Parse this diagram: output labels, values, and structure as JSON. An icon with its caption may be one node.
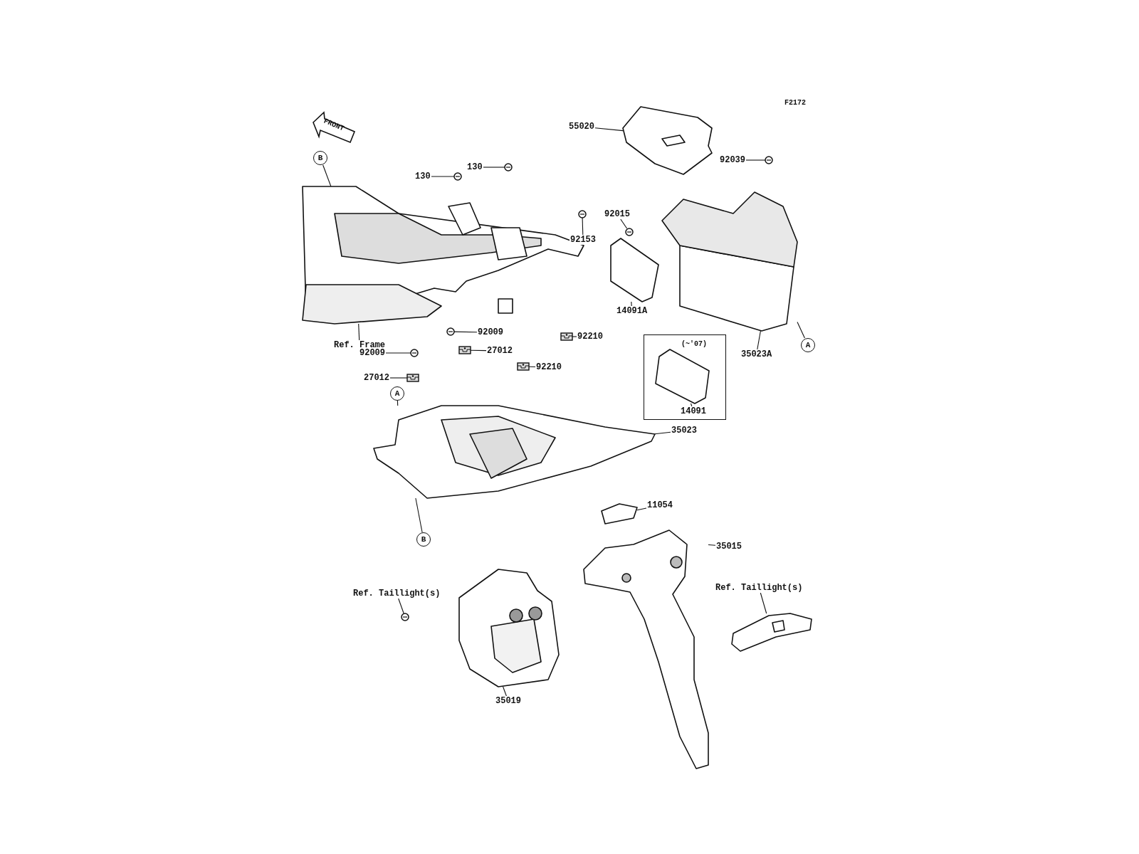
{
  "diagram": {
    "nodes": [
      {
        "text": [
          "55020"
        ]
      },
      {
        "text": [
          "130"
        ]
      },
      {
        "text": [
          "92039"
        ]
      },
      {
        "text": [
          "B"
        ]
      },
      {
        "text": [
          "130"
        ]
      },
      {
        "text": [
          "92015"
        ]
      },
      {
        "text": [
          "92153"
        ]
      },
      {
        "text": [
          "14091A"
        ]
      },
      {
        "text": [
          "Ref. Frame"
        ]
      },
      {
        "text": [
          "92009"
        ]
      },
      {
        "text": [
          "92210"
        ]
      },
      {
        "text": [
          "27012"
        ]
      },
      {
        "text": [
          "92009"
        ]
      },
      {
        "text": [
          "35023A"
        ]
      },
      {
        "text": [
          "A"
        ]
      },
      {
        "text": [
          "27012"
        ]
      },
      {
        "text": [
          "92210"
        ]
      },
      {
        "text": [
          "(~'07)"
        ]
      },
      {
        "text": [
          "14091"
        ],
        "in": 17
      },
      {
        "text": [
          "A"
        ]
      },
      {
        "text": [
          "35023"
        ]
      },
      {
        "text": [
          "11054"
        ]
      },
      {
        "text": [
          "35015"
        ]
      },
      {
        "text": [
          "B"
        ]
      },
      {
        "text": [
          "Ref. Taillight(s)"
        ]
      },
      {
        "text": [
          "Ref. Taillight(s)"
        ]
      },
      {
        "text": [
          "35019"
        ]
      },
      {
        "text": [],
        "shape": "picture"
      },
      {
        "text": [],
        "shape": "picture"
      },
      {
        "text": [],
        "shape": "picture"
      },
      {
        "text": [],
        "shape": "picture"
      },
      {
        "text": [],
        "shape": "picture"
      },
      {
        "text": [],
        "shape": "picture"
      },
      {
        "text": [],
        "shape": "picture"
      },
      {
        "text": [],
        "shape": "picture"
      },
      {
        "text": [],
        "shape": "picture"
      },
      {
        "text": [],
        "shape": "picture"
      },
      {
        "text": [],
        "shape": "picture"
      },
      {
        "text": [],
        "shape": "picture"
      },
      {
        "text": [],
        "shape": "picture"
      },
      {
        "text": [],
        "shape": "picture"
      },
      {
        "text": [],
        "shape": "picture"
      },
      {
        "text": [],
        "shape": "picture",
        "in": 17
      },
      {
        "text": [],
        "shape": "picture"
      },
      {
        "text": [],
        "shape": "picture"
      },
      {
        "text": [],
        "shape": "picture"
      },
      {
        "text": [],
        "shape": "picture"
      },
      {
        "text": [],
        "shape": "picture"
      },
      {
        "text": [],
        "shape": "picture"
      }
    ],
    "edges": [
      {
        "from": 0,
        "to": 27,
        "arrow": "none"
      },
      {
        "from": 1,
        "to": 28,
        "arrow": "none"
      },
      {
        "from": 2,
        "to": 29,
        "arrow": "none"
      },
      {
        "from": 3,
        "to": 30,
        "arrow": "none"
      },
      {
        "from": 4,
        "to": 31,
        "arrow": "none"
      },
      {
        "from": 5,
        "to": 32,
        "arrow": "none"
      },
      {
        "from": 6,
        "to": 33,
        "arrow": "none"
      },
      {
        "from": 7,
        "to": 34,
        "arrow": "none"
      },
      {
        "from": 8,
        "to": 30,
        "arrow": "none"
      },
      {
        "from": 9,
        "to": 35,
        "arrow": "none"
      },
      {
        "from": 10,
        "to": 36,
        "arrow": "none"
      },
      {
        "from": 11,
        "to": 37,
        "arrow": "none"
      },
      {
        "from": 12,
        "to": 38,
        "arrow": "none"
      },
      {
        "from": 13,
        "to": 39,
        "arrow": "none"
      },
      {
        "from": 14,
        "to": 39,
        "arrow": "none"
      },
      {
        "from": 15,
        "to": 40,
        "arrow": "none"
      },
      {
        "from": 16,
        "to": 41,
        "arrow": "none"
      },
      {
        "from": 18,
        "to": 42,
        "arrow": "none"
      },
      {
        "from": 19,
        "to": 43,
        "arrow": "none"
      },
      {
        "from": 20,
        "to": 43,
        "arrow": "none"
      },
      {
        "from": 21,
        "to": 44,
        "arrow": "none"
      },
      {
        "from": 22,
        "to": 45,
        "arrow": "none"
      },
      {
        "from": 23,
        "to": 43,
        "arrow": "none"
      },
      {
        "from": 24,
        "to": 46,
        "arrow": "none"
      },
      {
        "from": 25,
        "to": 47,
        "arrow": "none"
      },
      {
        "from": 26,
        "to": 48,
        "arrow": "none"
      }
    ],
    "labels": [
      "F2172",
      "FRONT"
    ]
  }
}
